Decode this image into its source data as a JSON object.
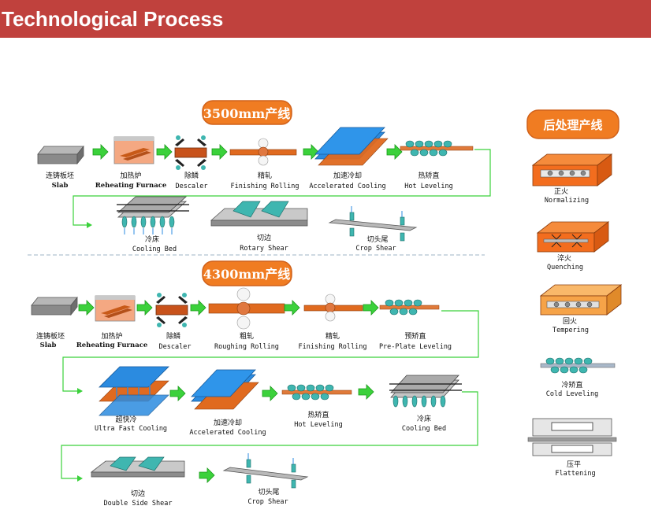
{
  "header": {
    "title": "Technological Process"
  },
  "line_3500": {
    "badge": "3500mm产线",
    "steps": [
      {
        "zh": "连铸板坯",
        "en": "Slab"
      },
      {
        "zh": "加热炉",
        "en": "Reheating Furnace"
      },
      {
        "zh": "除鳞",
        "en": "Descaler"
      },
      {
        "zh": "精轧",
        "en": "Finishing Rolling"
      },
      {
        "zh": "加速冷却",
        "en": "Accelerated Cooling"
      },
      {
        "zh": "热矫直",
        "en": "Hot Leveling"
      },
      {
        "zh": "冷床",
        "en": "Cooling Bed"
      },
      {
        "zh": "切边",
        "en": "Rotary Shear"
      },
      {
        "zh": "切头尾",
        "en": "Crop Shear"
      }
    ]
  },
  "line_4300": {
    "badge": "4300mm产线",
    "steps": [
      {
        "zh": "连铸板坯",
        "en": "Slab"
      },
      {
        "zh": "加热炉",
        "en": "Reheating Furnace"
      },
      {
        "zh": "除鳞",
        "en": "Descaler"
      },
      {
        "zh": "粗轧",
        "en": "Roughing Rolling"
      },
      {
        "zh": "精轧",
        "en": "Finishing Rolling"
      },
      {
        "zh": "预矫直",
        "en": "Pre-Plate Leveling"
      },
      {
        "zh": "超快冷",
        "en": "Ultra Fast Cooling"
      },
      {
        "zh": "加速冷却",
        "en": "Accelerated Cooling"
      },
      {
        "zh": "热矫直",
        "en": "Hot Leveling"
      },
      {
        "zh": "冷床",
        "en": "Cooling Bed"
      },
      {
        "zh": "切边",
        "en": "Double Side Shear"
      },
      {
        "zh": "切头尾",
        "en": "Crop Shear"
      }
    ]
  },
  "post": {
    "badge": "后处理产线",
    "steps": [
      {
        "zh": "正火",
        "en": "Normalizing"
      },
      {
        "zh": "淬火",
        "en": "Quenching"
      },
      {
        "zh": "回火",
        "en": "Tempering"
      },
      {
        "zh": "冷矫直",
        "en": "Cold Leveling"
      },
      {
        "zh": "压平",
        "en": "Flattening"
      }
    ]
  },
  "colors": {
    "header": "#c0413d",
    "badge": "#f07c22",
    "arrow": "#3bd13b",
    "plate": "#e06a1f",
    "cooling": "#2b8be0",
    "roll": "#3fb6b0",
    "furnace": "#f36d1e"
  }
}
